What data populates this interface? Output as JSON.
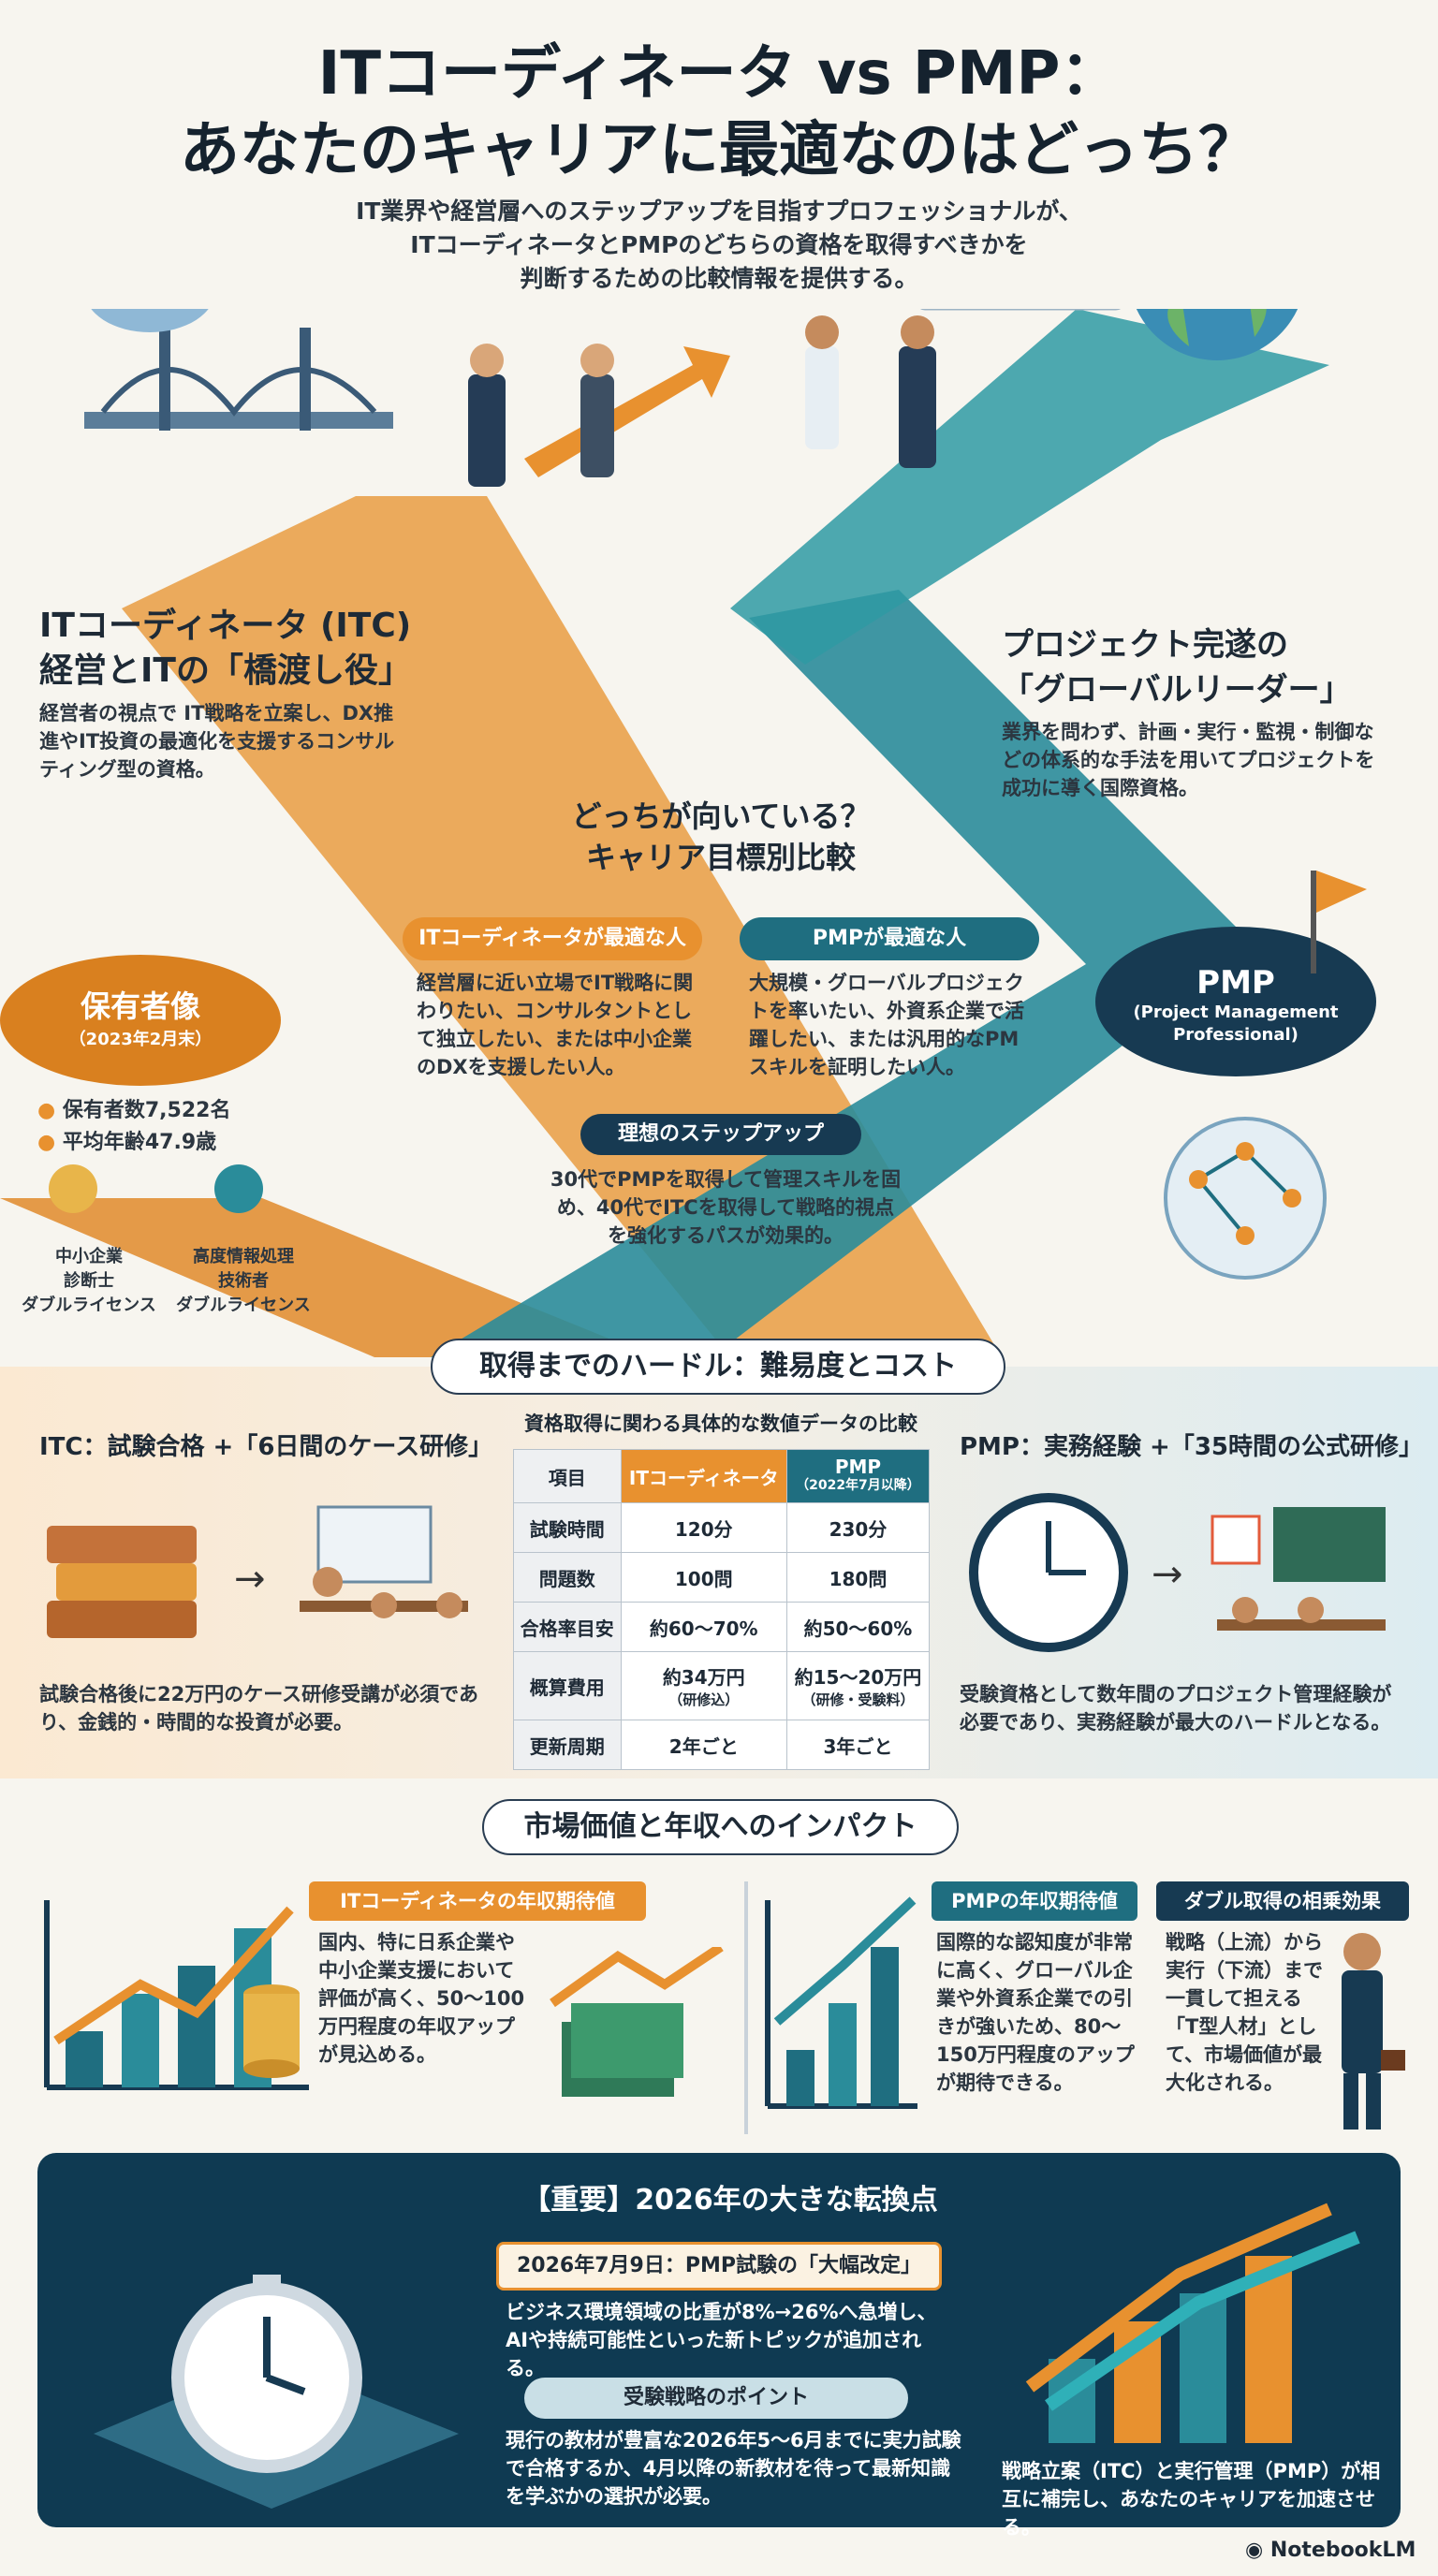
{
  "title": {
    "line1": "ITコーディネータ vs PMP：",
    "line2": "あなたのキャリアに最適なのはどっち？"
  },
  "intro": {
    "line1": "IT業界や経営層へのステップアップを目指すプロフェッショナルが、",
    "line2": "ITコーディネータとPMPのどちらの資格を取得すべきかを",
    "line3": "判断するための比較情報を提供する。"
  },
  "itc": {
    "heading1": "ITコーディネータ (ITC)",
    "heading2": "経営とITの「橋渡し役」",
    "desc": "経営者の視点で IT戦略を立案し、DX推進やIT投資の最適化を支援するコンサルティング型の資格。",
    "holder_label": "保有者像",
    "holder_date": "（2023年2月末）",
    "holders_count": "保有者数7,522名",
    "avg_age": "平均年齢47.9歳",
    "badge1": "中小企業\n診断士\nダブルライセンス",
    "badge2": "高度情報処理\n技術者\nダブルライセンス"
  },
  "pmp": {
    "heading1": "プロジェクト完遂の",
    "heading2": "「グローバルリーダー」",
    "desc": "業界を問わず、計画・実行・監視・制御などの体系的な手法を用いてプロジェクトを成功に導く国際資格。",
    "badge_title": "PMP",
    "badge_sub": "(Project Management Professional)"
  },
  "compare": {
    "heading1": "どっちが向いている？",
    "heading2": "キャリア目標別比較",
    "itc_label": "ITコーディネータが最適な人",
    "itc_text": "経営層に近い立場でIT戦略に関わりたい、コンサルタントとして独立したい、または中小企業のDXを支援したい人。",
    "pmp_label": "PMPが最適な人",
    "pmp_text": "大規模・グローバルプロジェクトを率いたい、外資系企業で活躍したい、または汎用的なPMスキルを証明したい人。",
    "step_label": "理想のステップアップ",
    "step_text": "30代でPMPを取得して管理スキルを固め、40代でITCを取得して戦略的視点を強化するパスが効果的。"
  },
  "hurdle": {
    "banner": "取得までのハードル：難易度とコスト",
    "itc_title": "ITC：試験合格 +「6日間のケース研修」",
    "itc_text": "試験合格後に22万円のケース研修受講が必須であり、金銭的・時間的な投資が必要。",
    "pmp_title": "PMP：実務経験 +「35時間の公式研修」",
    "pmp_text": "受験資格として数年間のプロジェクト管理経験が必要であり、実務経験が最大のハードルとなる。",
    "table_title": "資格取得に関わる具体的な数値データの比較",
    "table": {
      "headers": [
        "項目",
        "ITコーディネータ",
        "PMP",
        "（2022年7月以降）"
      ],
      "rows": [
        [
          "試験時間",
          "120分",
          "230分"
        ],
        [
          "問題数",
          "100問",
          "180問"
        ],
        [
          "合格率目安",
          "約60〜70%",
          "約50〜60%"
        ],
        [
          "概算費用",
          "約34万円",
          "（研修込）",
          "約15〜20万円",
          "（研修・受験料）"
        ],
        [
          "更新周期",
          "2年ごと",
          "3年ごと"
        ]
      ]
    }
  },
  "market": {
    "banner": "市場価値と年収へのインパクト",
    "itc_label": "ITコーディネータの年収期待値",
    "itc_text": "国内、特に日系企業や中小企業支援において評価が高く、50〜100万円程度の年収アップが見込める。",
    "pmp_label": "PMPの年収期待値",
    "pmp_text": "国際的な認知度が非常に高く、グローバル企業や外資系企業での引きが強いため、80〜150万円程度のアップが期待できる。",
    "double_label": "ダブル取得の相乗効果",
    "double_text": "戦略（上流）から実行（下流）まで一貫して担える「T型人材」として、市場価値が最大化される。"
  },
  "turning": {
    "banner": "【重要】2026年の大きな転換点",
    "date_label": "2026年7月9日：PMP試験の「大幅改定」",
    "date_text": "ビジネス環境領域の比重が8%→26%へ急増し、AIや持続可能性といった新トピックが追加される。",
    "strategy_label": "受験戦略のポイント",
    "strategy_text": "現行の教材が豊富な2026年5〜6月までに実力試験で合格するか、4月以降の新教材を待って最新知識を学ぶかの選択が必要。",
    "closing": "戦略立案（ITC）と実行管理（PMP）が相互に補完し、あなたのキャリアを加速させる。"
  },
  "footer": {
    "brand": "NotebookLM"
  },
  "colors": {
    "orange": "#e8912f",
    "teal": "#1f6e80",
    "navy": "#173a52"
  },
  "icons": [
    "cloud-icon",
    "handshake-icon",
    "bridge-icon",
    "globe-icon",
    "gantt-chart-icon",
    "clock-icon",
    "books-icon",
    "stopwatch-icon",
    "bar-chart-icon",
    "money-icon",
    "award-badge-icon",
    "flag-icon",
    "network-globe-icon"
  ]
}
